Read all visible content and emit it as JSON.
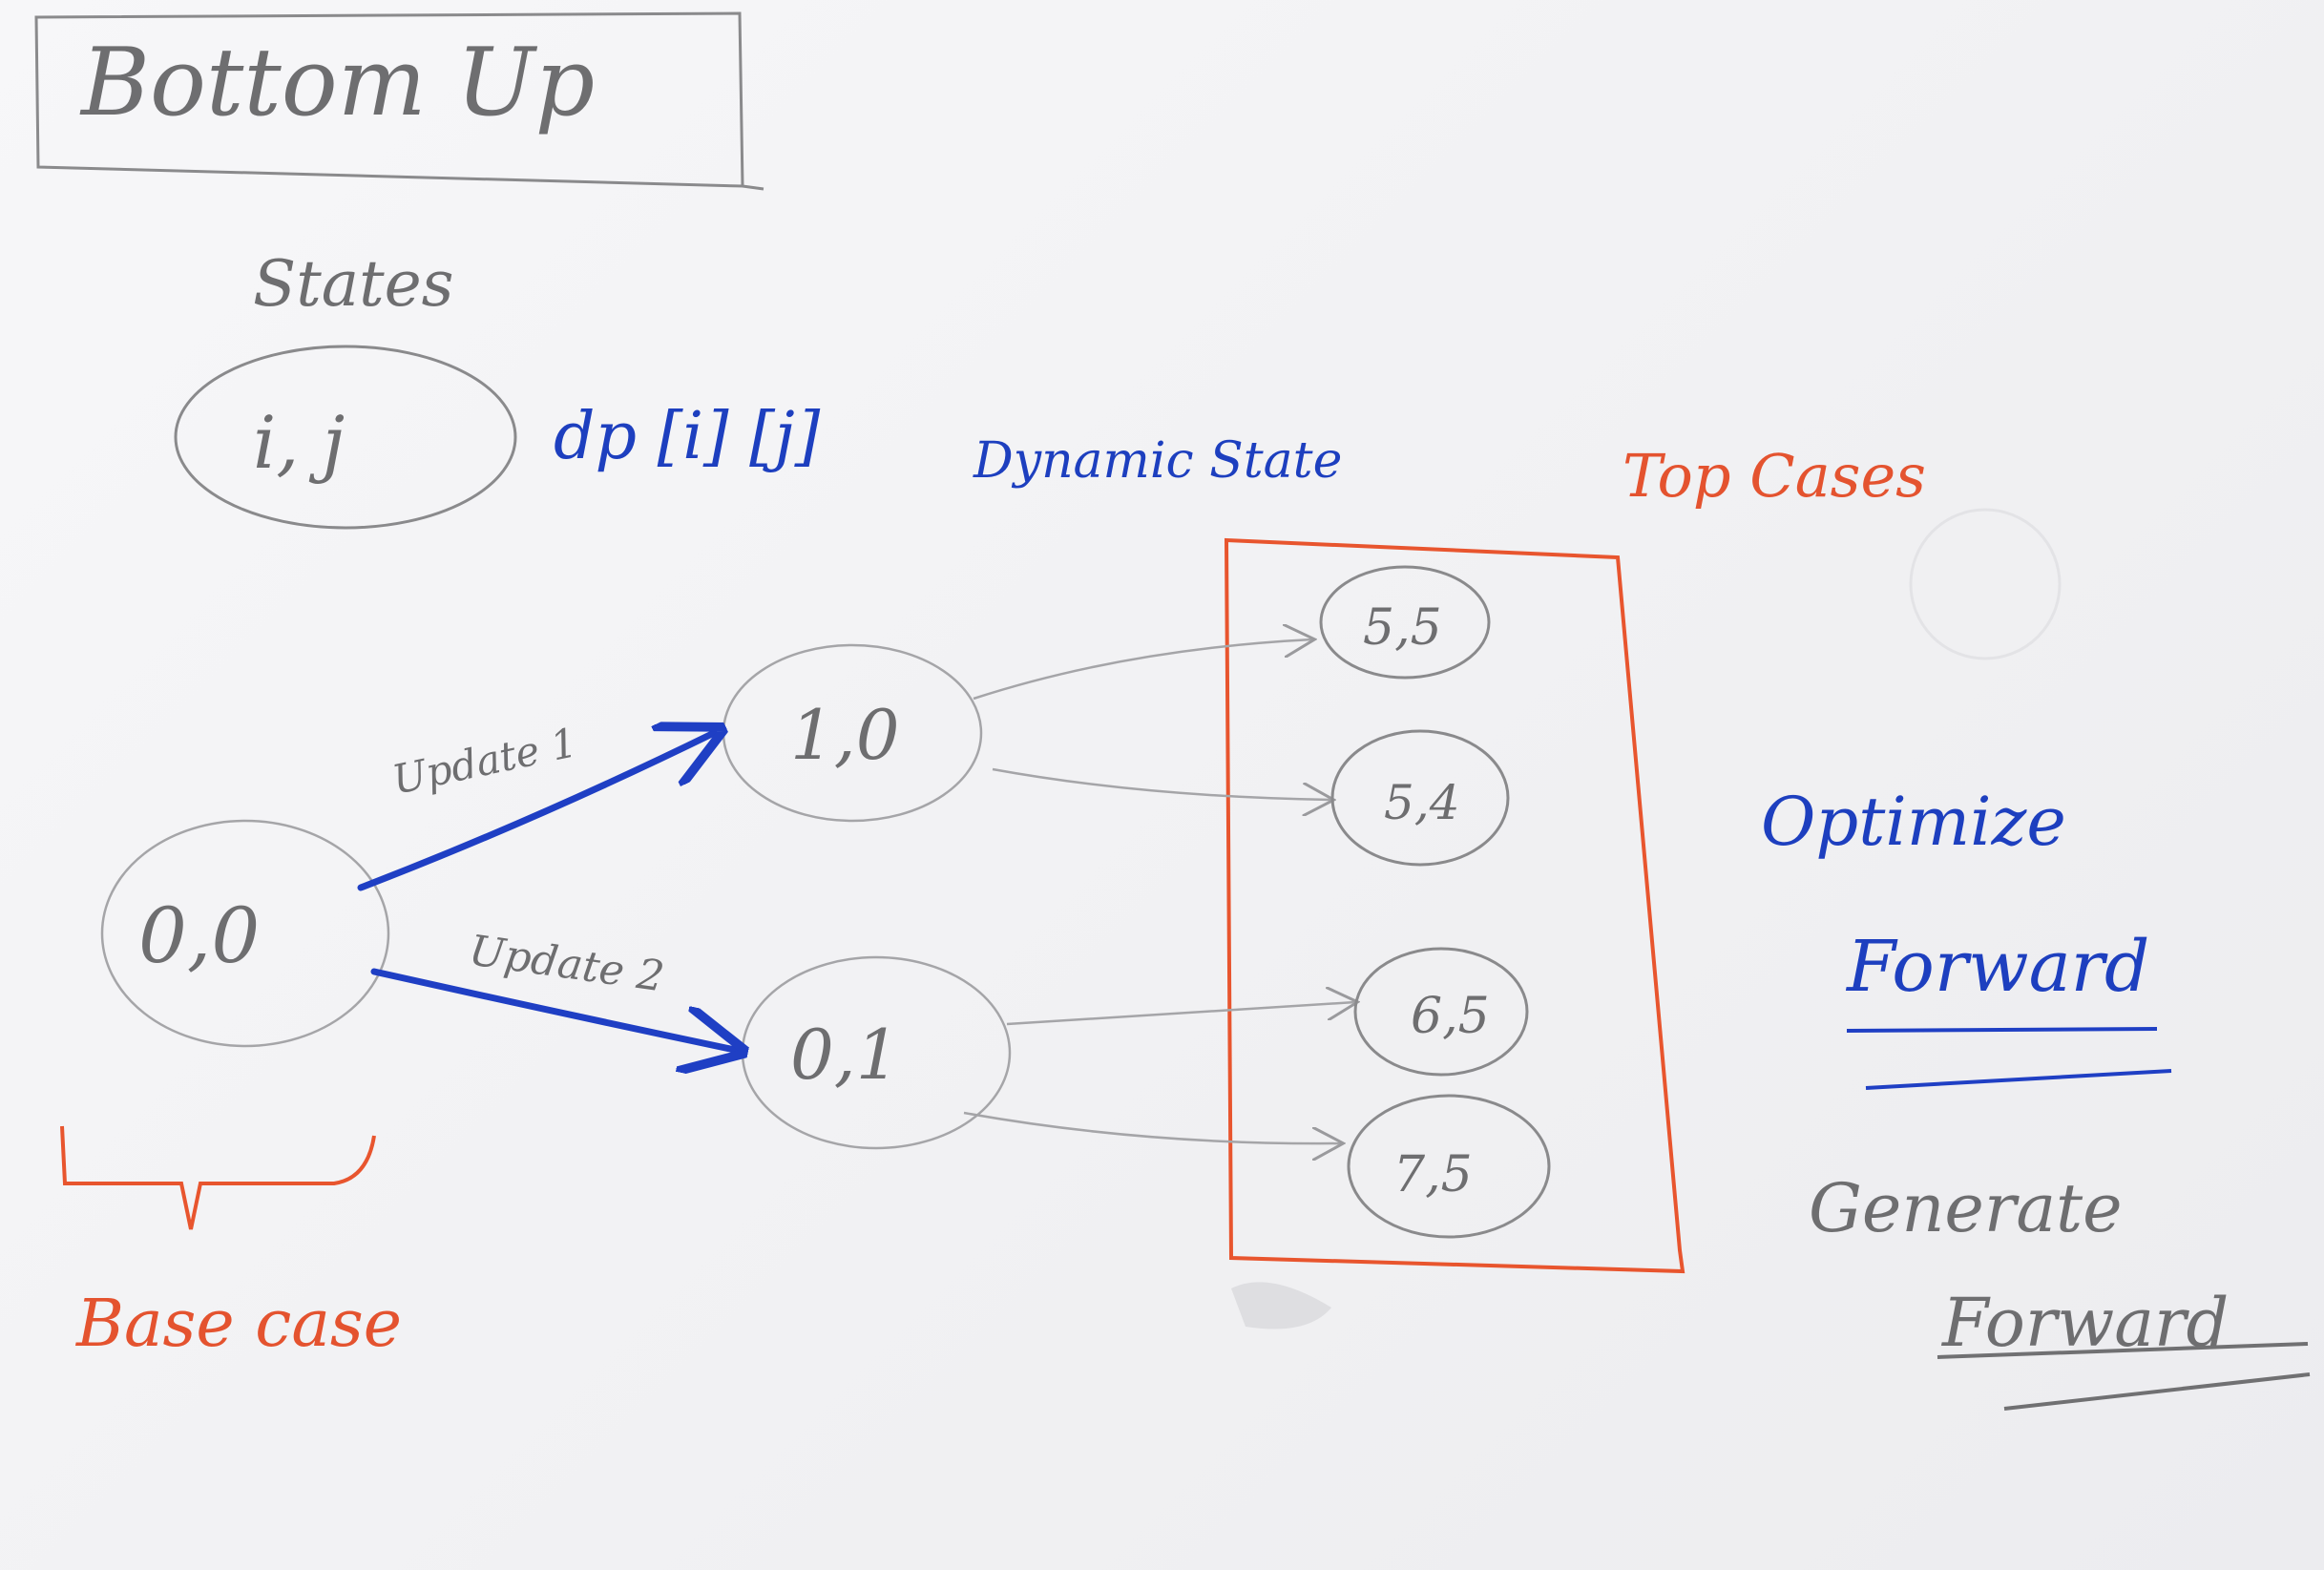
{
  "title": "Bottom Up",
  "states_label": "States",
  "state_node_label": "i, j",
  "dp_label": "dp [i] [j]",
  "dynamic_state_label": "Dynamic State",
  "top_cases_label": "Top Cases",
  "base_case_label": "Base case",
  "nodes": {
    "n00": "0,0",
    "n10": "1,0",
    "n01": "0,1",
    "n55": "5,5",
    "n54": "5,4",
    "n65": "6,5",
    "n75": "7,5"
  },
  "edges": {
    "update1": "Update 1",
    "update2": "Update 2"
  },
  "notes": {
    "optimize": "Optimize",
    "forward1": "Forward",
    "generate": "Generate",
    "forward2": "Forward"
  },
  "colors": {
    "pencil": "#8a8a8c",
    "ink_blue": "#1f3fc4",
    "ink_red": "#e8552e"
  }
}
